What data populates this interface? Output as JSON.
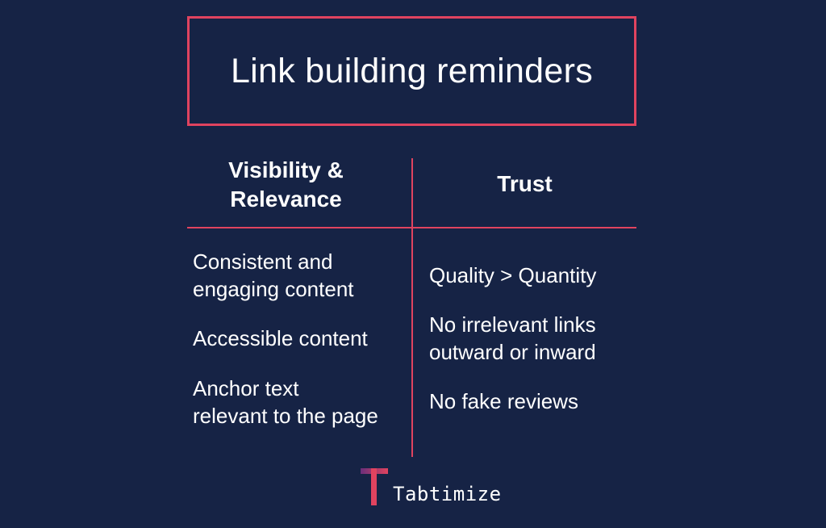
{
  "title": "Link building reminders",
  "columns": [
    {
      "heading_line1": "Visibility &",
      "heading_line2": "Relevance",
      "items": [
        {
          "line1": "Consistent and",
          "line2": "engaging content"
        },
        {
          "line1": "Accessible content",
          "line2": ""
        },
        {
          "line1": "Anchor text",
          "line2": "relevant to the page"
        }
      ]
    },
    {
      "heading_line1": "Trust",
      "items": [
        {
          "line1": "Quality > Quantity",
          "line2": ""
        },
        {
          "line1": "No irrelevant links",
          "line2": "outward or inward"
        },
        {
          "line1": "No fake reviews",
          "line2": ""
        }
      ]
    }
  ],
  "brand": {
    "name": "Tabtimize",
    "logo_icon": "tabtimize-t-logo-icon"
  },
  "colors": {
    "background": "#162345",
    "accent": "#e0435f",
    "text": "#ffffff"
  }
}
